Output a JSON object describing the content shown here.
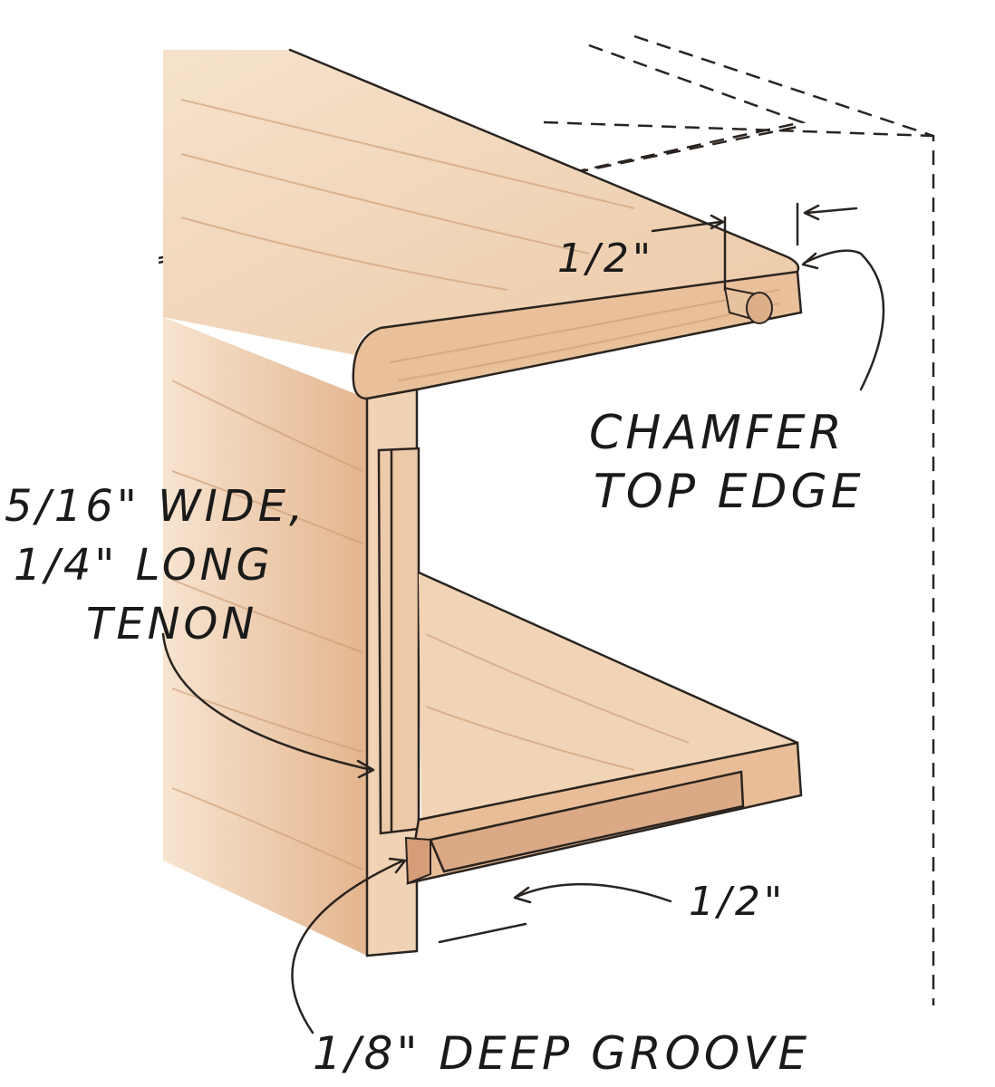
{
  "title": "Shelf joinery detail",
  "colors": {
    "wood_light": "#f3d9bf",
    "wood_mid": "#e9c3a0",
    "wood_dark": "#d9a982",
    "ink": "#2a2420"
  },
  "labels": {
    "top_offset": "1/2\"",
    "chamfer_line1": "CHAMFER",
    "chamfer_line2": "TOP EDGE",
    "tenon_line1": "5/16\" WIDE,",
    "tenon_line2": "1/4\" LONG",
    "tenon_line3": "TENON",
    "bottom_offset": "1/2\"",
    "groove": "1/8\" DEEP GROOVE"
  }
}
